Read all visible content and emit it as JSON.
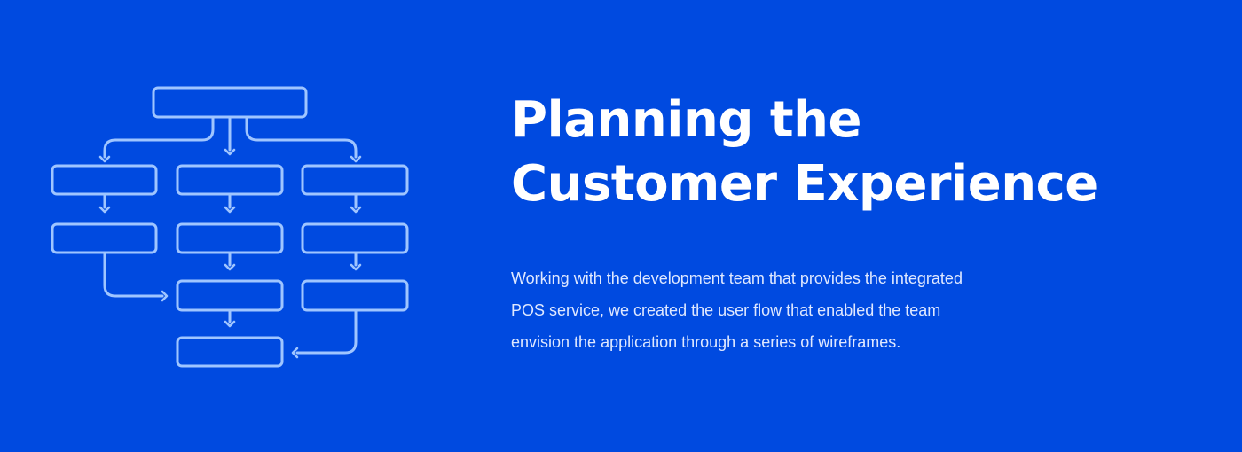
{
  "page": {
    "headline_lines": [
      "Planning the",
      "Customer Experience"
    ],
    "body_lines": [
      "Working with the development team that provides the integrated",
      "POS service, we created the user flow that enabled the team",
      "envision the application through a series of wireframes."
    ]
  },
  "colors": {
    "background": "#004ae0",
    "line": "#9fc5ff",
    "headline": "#ffffff",
    "body_text": "#dfe8ff"
  },
  "diagram": {
    "nodes": [
      {
        "id": "root",
        "label": ""
      },
      {
        "id": "r1c1",
        "label": ""
      },
      {
        "id": "r1c2",
        "label": ""
      },
      {
        "id": "r1c3",
        "label": ""
      },
      {
        "id": "r2c1",
        "label": ""
      },
      {
        "id": "r2c2",
        "label": ""
      },
      {
        "id": "r2c3",
        "label": ""
      },
      {
        "id": "r3c2",
        "label": ""
      },
      {
        "id": "r3c3",
        "label": ""
      },
      {
        "id": "end",
        "label": ""
      }
    ],
    "edges": [
      {
        "from": "root",
        "to": "r1c1"
      },
      {
        "from": "root",
        "to": "r1c2"
      },
      {
        "from": "root",
        "to": "r1c3"
      },
      {
        "from": "r1c1",
        "to": "r2c1"
      },
      {
        "from": "r1c2",
        "to": "r2c2"
      },
      {
        "from": "r1c3",
        "to": "r2c3"
      },
      {
        "from": "r2c1",
        "to": "r3c2"
      },
      {
        "from": "r2c2",
        "to": "r3c2"
      },
      {
        "from": "r2c3",
        "to": "r3c3"
      },
      {
        "from": "r3c2",
        "to": "end"
      },
      {
        "from": "r3c3",
        "to": "end"
      }
    ]
  }
}
